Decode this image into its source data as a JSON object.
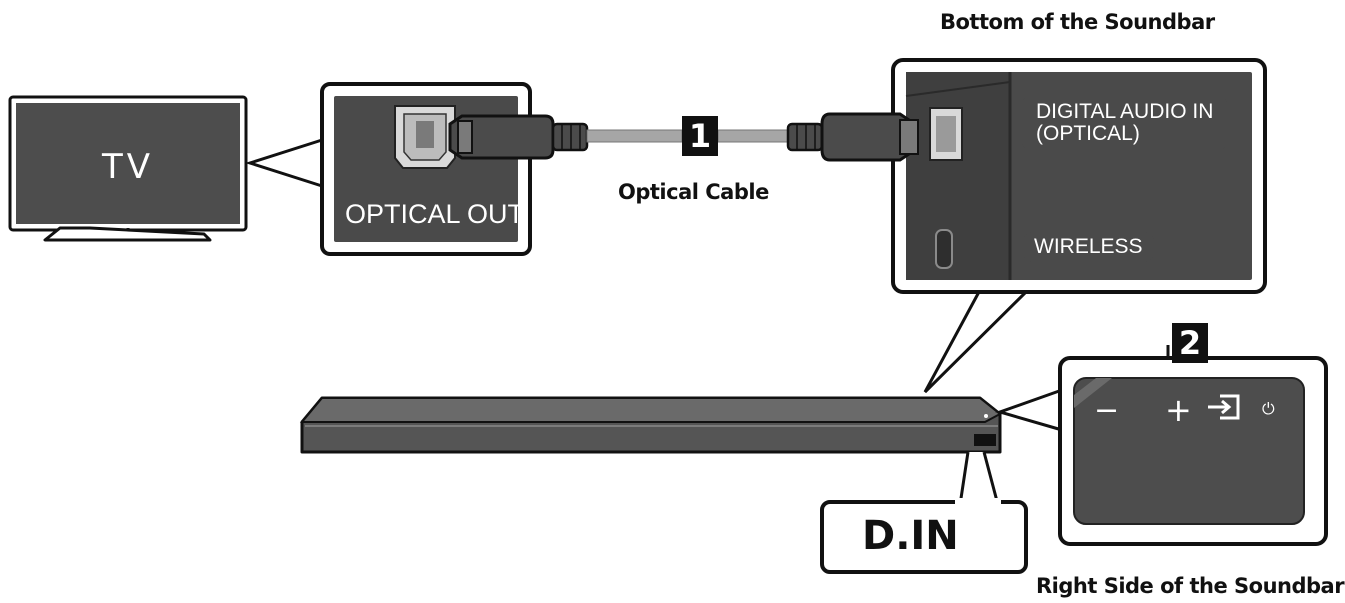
{
  "tv": {
    "label": "TV"
  },
  "tv_port": {
    "label": "OPTICAL OUT"
  },
  "cable": {
    "label": "Optical Cable",
    "step": "1"
  },
  "soundbar_bottom": {
    "title": "Bottom of the Soundbar",
    "port_optical_label": "DIGITAL AUDIO IN\n(OPTICAL)",
    "port_wireless_label": "WIRELESS"
  },
  "soundbar_side": {
    "title": "Right Side of the Soundbar",
    "step": "2",
    "buttons": {
      "minus": "−",
      "plus": "+",
      "power": "⏻"
    }
  },
  "soundbar_port": {
    "label": "D.IN"
  },
  "colors": {
    "panel": "#4a4a4a",
    "panel_dark": "#3a3a3a",
    "outline": "#111111",
    "cable": "#999999"
  }
}
